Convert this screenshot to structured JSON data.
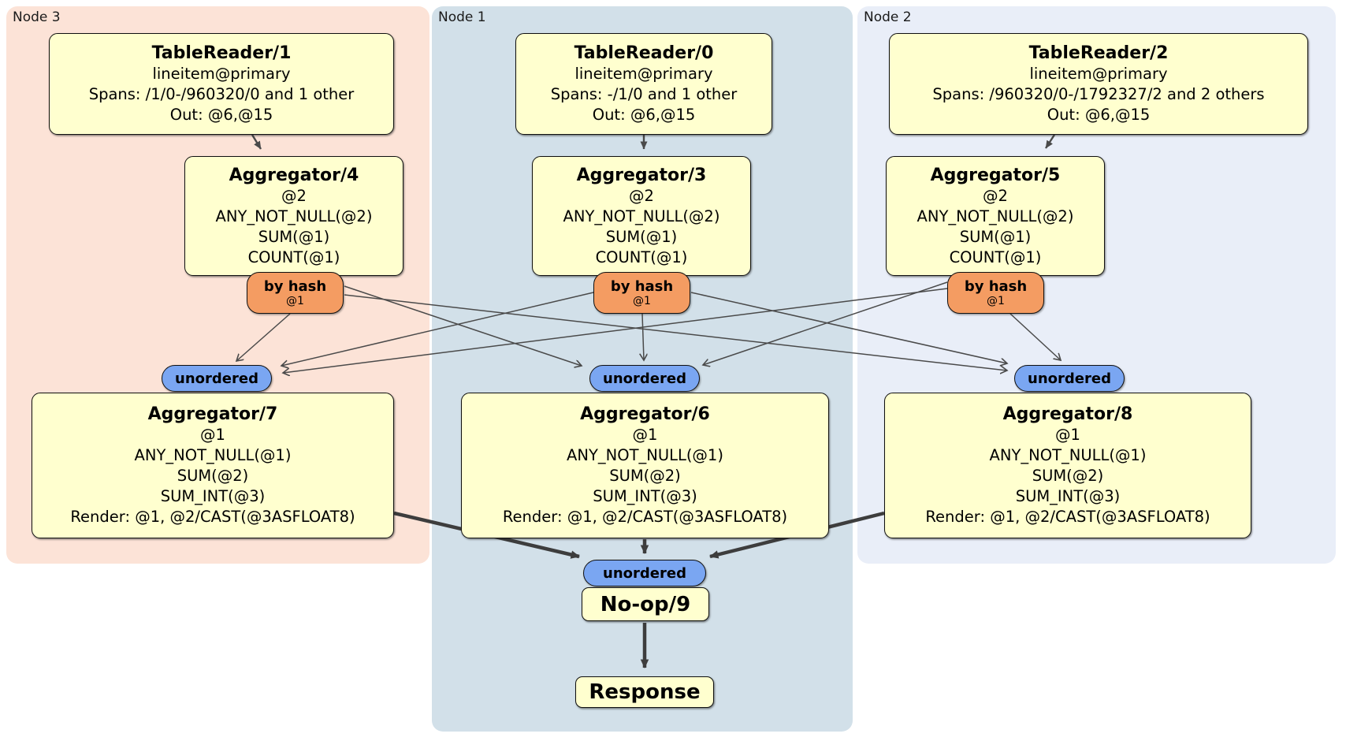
{
  "regions": {
    "node3": {
      "label": "Node 3"
    },
    "node1": {
      "label": "Node 1"
    },
    "node2": {
      "label": "Node 2"
    }
  },
  "nodes": {
    "tablereader1": {
      "title": "TableReader/1",
      "lines": [
        "lineitem@primary",
        "Spans: /1/0-/960320/0 and 1 other",
        "Out: @6,@15"
      ]
    },
    "tablereader0": {
      "title": "TableReader/0",
      "lines": [
        "lineitem@primary",
        "Spans: -/1/0 and 1 other",
        "Out: @6,@15"
      ]
    },
    "tablereader2": {
      "title": "TableReader/2",
      "lines": [
        "lineitem@primary",
        "Spans: /960320/0-/1792327/2 and 2 others",
        "Out: @6,@15"
      ]
    },
    "aggregator4": {
      "title": "Aggregator/4",
      "lines": [
        "@2",
        "ANY_NOT_NULL(@2)",
        "SUM(@1)",
        "COUNT(@1)"
      ]
    },
    "aggregator3": {
      "title": "Aggregator/3",
      "lines": [
        "@2",
        "ANY_NOT_NULL(@2)",
        "SUM(@1)",
        "COUNT(@1)"
      ]
    },
    "aggregator5": {
      "title": "Aggregator/5",
      "lines": [
        "@2",
        "ANY_NOT_NULL(@2)",
        "SUM(@1)",
        "COUNT(@1)"
      ]
    },
    "aggregator7": {
      "title": "Aggregator/7",
      "lines": [
        "@1",
        "ANY_NOT_NULL(@1)",
        "SUM(@2)",
        "SUM_INT(@3)",
        "Render: @1, @2/CAST(@3ASFLOAT8)"
      ]
    },
    "aggregator6": {
      "title": "Aggregator/6",
      "lines": [
        "@1",
        "ANY_NOT_NULL(@1)",
        "SUM(@2)",
        "SUM_INT(@3)",
        "Render: @1, @2/CAST(@3ASFLOAT8)"
      ]
    },
    "aggregator8": {
      "title": "Aggregator/8",
      "lines": [
        "@1",
        "ANY_NOT_NULL(@1)",
        "SUM(@2)",
        "SUM_INT(@3)",
        "Render: @1, @2/CAST(@3ASFLOAT8)"
      ]
    },
    "noop": {
      "title": "No-op/9"
    },
    "response": {
      "title": "Response"
    }
  },
  "routers": {
    "r3": {
      "label": "by hash",
      "detail": "@1"
    },
    "r1": {
      "label": "by hash",
      "detail": "@1"
    },
    "r2": {
      "label": "by hash",
      "detail": "@1"
    }
  },
  "syncs": {
    "s3": {
      "label": "unordered"
    },
    "s1": {
      "label": "unordered"
    },
    "s2": {
      "label": "unordered"
    },
    "final": {
      "label": "unordered"
    }
  },
  "colors": {
    "node3-bg": "#fce3d7",
    "node1-bg": "#d2e0e9",
    "node2-bg": "#e9eef8",
    "node-fill": "#ffffcf",
    "router-fill": "#f49c62",
    "sync-fill": "#7aa6f2",
    "edge-thin": "#4a4a4a",
    "edge-thick": "#3d3d3d"
  }
}
